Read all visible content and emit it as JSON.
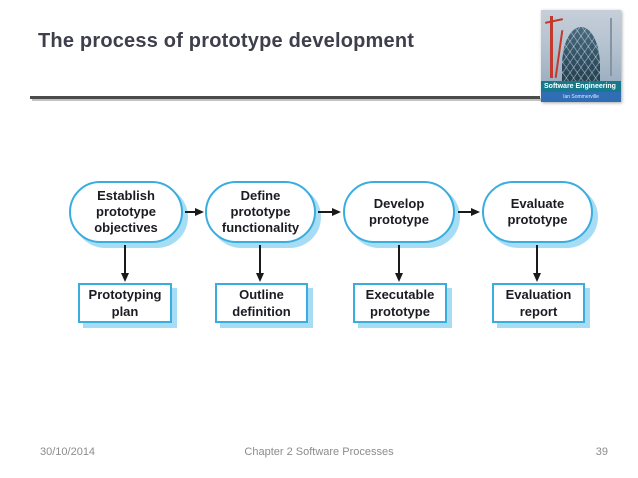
{
  "slide": {
    "title": "The process of prototype development",
    "footer": {
      "date": "30/10/2014",
      "chapter": "Chapter 2 Software Processes",
      "page_number": "39"
    }
  },
  "logo": {
    "title": "Software Engineering",
    "author": "Ian Sommerville"
  },
  "diagram": {
    "stages": [
      {
        "label": "Establish\nprototype\nobjectives",
        "artifact": "Prototyping\nplan"
      },
      {
        "label": "Define\nprototype\nfunctionality",
        "artifact": "Outline\ndefinition"
      },
      {
        "label": "Develop\nprototype",
        "artifact": "Executable\nprototype"
      },
      {
        "label": "Evaluate\nprototype",
        "artifact": "Evaluation\nreport"
      }
    ]
  },
  "colors": {
    "node_border": "#39ade0",
    "node_shadow": "#a6ddf4",
    "arrow": "#1a1a1a",
    "title_text": "#3f3f4b",
    "footer_text": "#8c8c8c"
  }
}
